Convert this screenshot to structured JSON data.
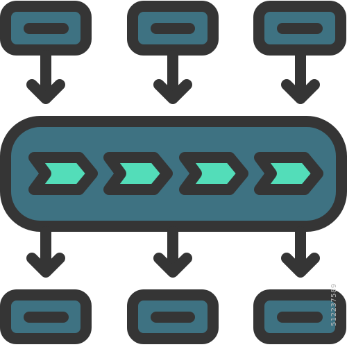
{
  "icon": {
    "name": "process-flow-pipeline-icon",
    "colors": {
      "outline": "#353535",
      "fill": "#3e7282",
      "accent": "#53ddb9",
      "background": "#ffffff"
    },
    "input_box_count": 3,
    "output_box_count": 3,
    "chevron_count": 4
  },
  "watermark": {
    "text": "512237589"
  }
}
